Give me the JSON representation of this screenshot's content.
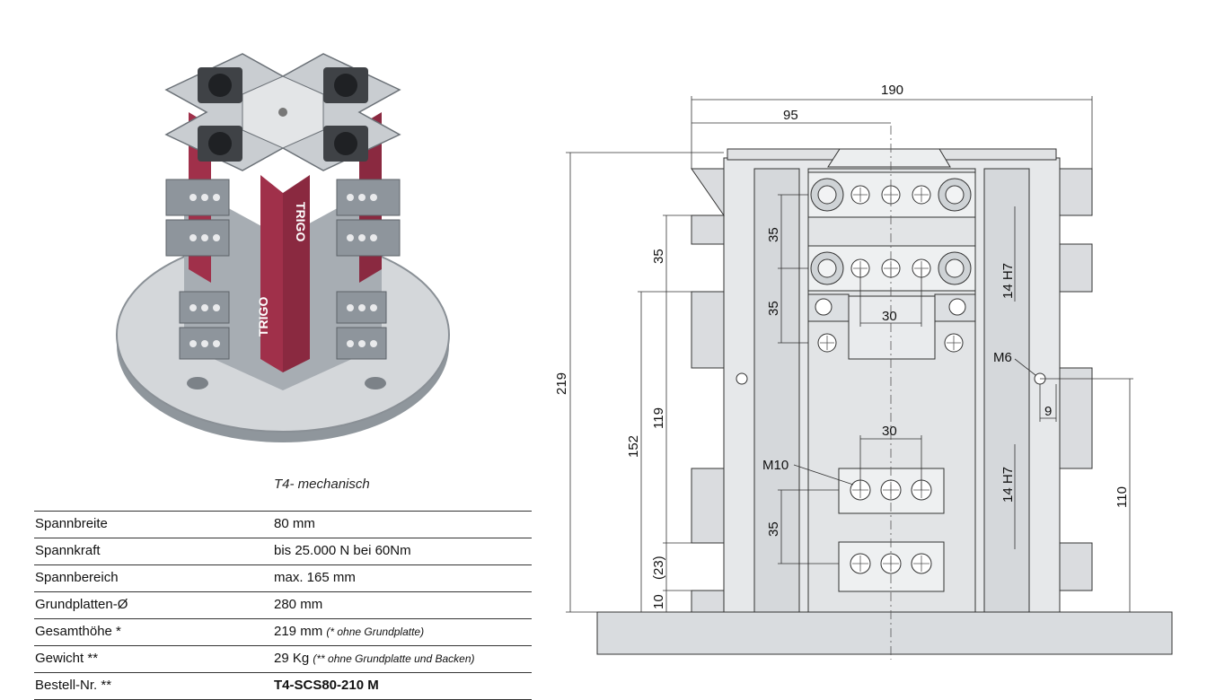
{
  "caption": "T4- mechanisch",
  "specs": [
    {
      "label": "Spannbreite",
      "value": "80 mm",
      "note": ""
    },
    {
      "label": "Spannkraft",
      "value": "bis 25.000 N bei 60Nm",
      "note": ""
    },
    {
      "label": "Spannbereich",
      "value": "max. 165 mm",
      "note": ""
    },
    {
      "label": "Grundplatten-Ø",
      "value": "280 mm",
      "note": ""
    },
    {
      "label": "Gesamthöhe  *",
      "value": "219 mm ",
      "note": "(* ohne Grundplatte)"
    },
    {
      "label": "Gewicht **",
      "value": "29 Kg ",
      "note": "(** ohne Grundplatte und Backen)"
    },
    {
      "label": "Bestell-Nr.  **",
      "value": "T4-SCS80-210 M",
      "note": ""
    }
  ],
  "product_brand": "TRIGO",
  "drawing": {
    "dims": {
      "total_width": "190",
      "half_width": "95",
      "total_height": "219",
      "h152": "152",
      "h119": "119",
      "h35_a": "35",
      "h35_b": "35",
      "h35_c": "35",
      "h35_d": "35",
      "h23": "(23)",
      "h10": "10",
      "w30_a": "30",
      "w30_b": "30",
      "tol_a": "14 H7",
      "tol_b": "14 H7",
      "h110": "110",
      "w9": "9",
      "thread_m6": "M6",
      "thread_m10": "M10"
    }
  },
  "colors": {
    "jaw_red": "#a0304a",
    "steel": "#9aa0a8",
    "plate": "#cfd2d6",
    "line": "#333333"
  }
}
